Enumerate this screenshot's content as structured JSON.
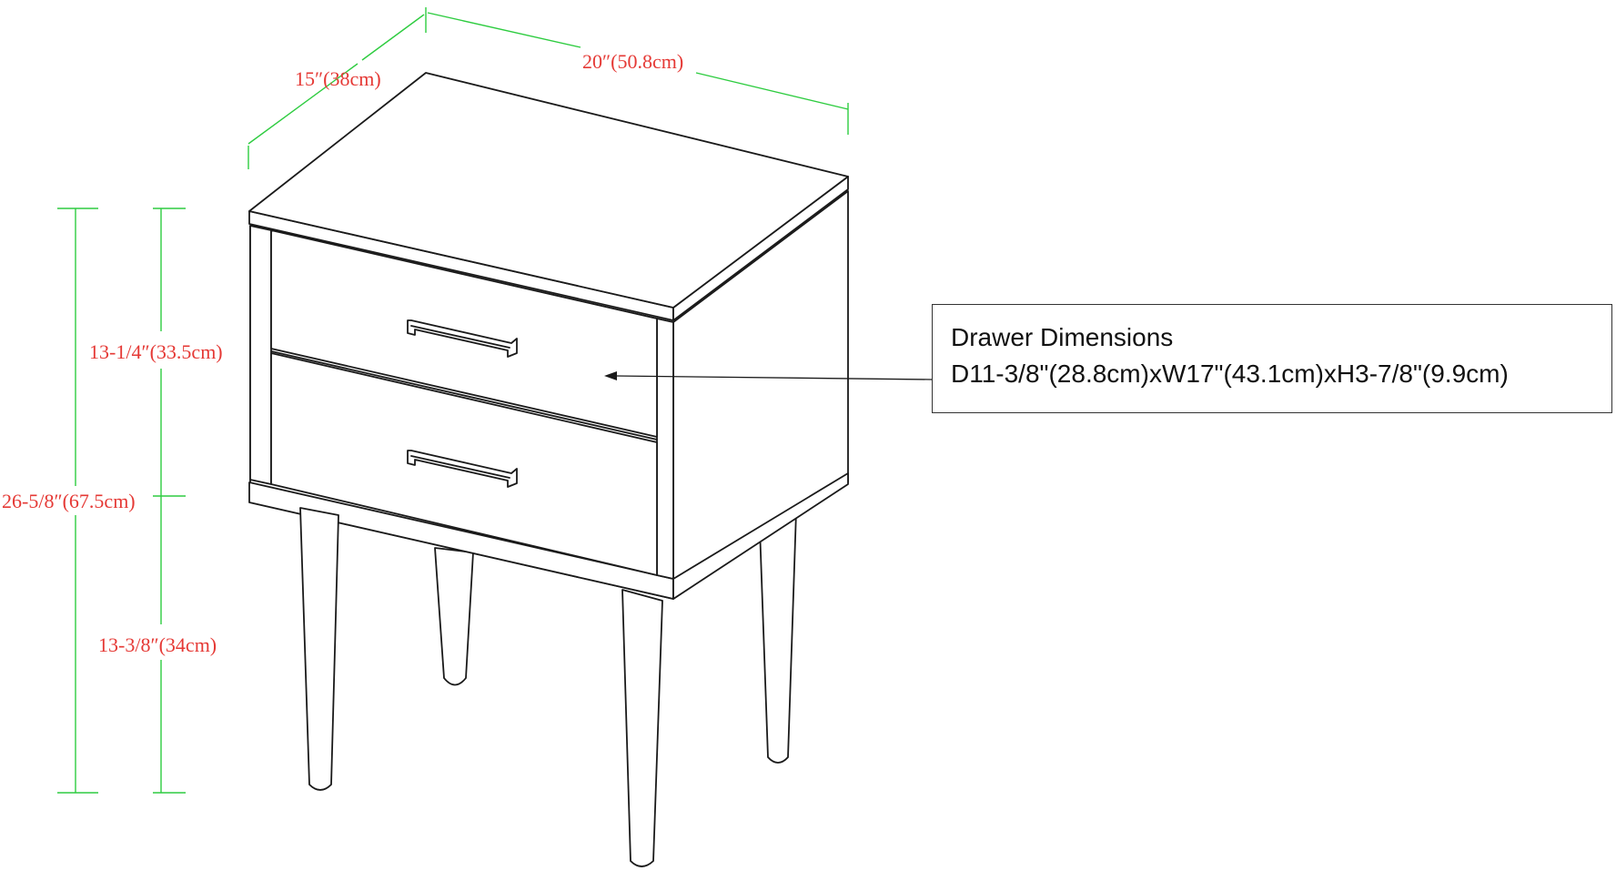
{
  "colors": {
    "dimension_line": "#2ecc40",
    "dimension_text": "#e53935",
    "outline": "#1a1a1a",
    "background": "#ffffff"
  },
  "dimensions": {
    "depth": "15″(38cm)",
    "width": "20″(50.8cm)",
    "total_height": "26-5/8″(67.5cm)",
    "cabinet_height": "13-1/4″(33.5cm)",
    "leg_height": "13-3/8″(34cm)"
  },
  "callout": {
    "title": "Drawer Dimensions",
    "value": "D11-3/8\"(28.8cm)xW17\"(43.1cm)xH3-7/8\"(9.9cm)"
  }
}
